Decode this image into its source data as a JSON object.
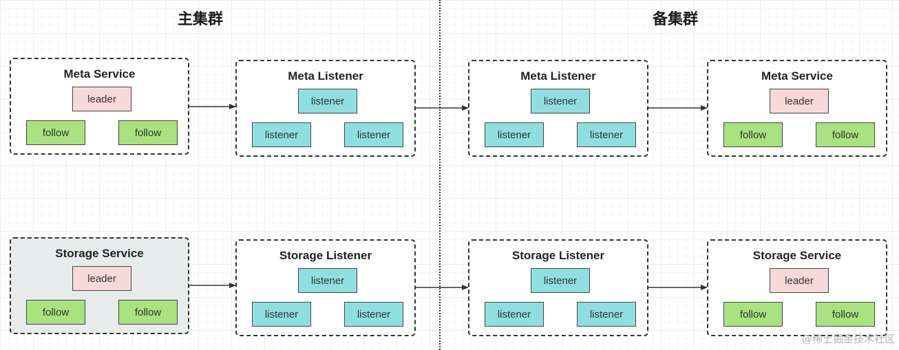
{
  "sections": {
    "primary": "主集群",
    "backup": "备集群"
  },
  "groups": [
    {
      "title": "Meta Service",
      "nodes": [
        "leader",
        "follow",
        "follow"
      ]
    },
    {
      "title": "Meta Listener",
      "nodes": [
        "listener",
        "listener",
        "listener"
      ]
    },
    {
      "title": "Meta Listener",
      "nodes": [
        "listener",
        "listener",
        "listener"
      ]
    },
    {
      "title": "Meta Service",
      "nodes": [
        "leader",
        "follow",
        "follow"
      ]
    },
    {
      "title": "Storage Service",
      "nodes": [
        "leader",
        "follow",
        "follow"
      ]
    },
    {
      "title": "Storage Listener",
      "nodes": [
        "listener",
        "listener",
        "listener"
      ]
    },
    {
      "title": "Storage Listener",
      "nodes": [
        "listener",
        "listener",
        "listener"
      ]
    },
    {
      "title": "Storage Service",
      "nodes": [
        "leader",
        "follow",
        "follow"
      ]
    }
  ],
  "colors": {
    "leader": "#f8d9d9",
    "follow": "#a9e27e",
    "listener": "#8fdfe0",
    "shaded_group": "#e8ebec"
  },
  "watermark": "@稀土掘金技术社区"
}
